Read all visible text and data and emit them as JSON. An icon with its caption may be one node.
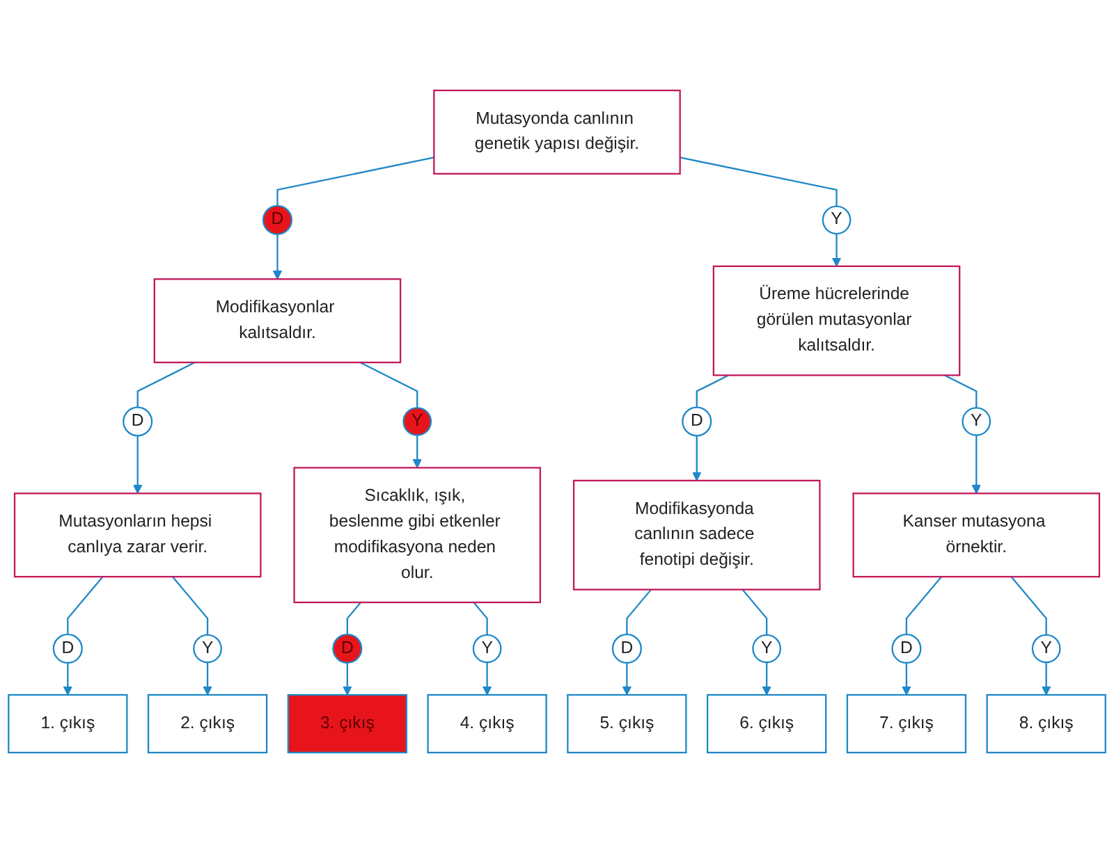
{
  "diagram": {
    "nodes": [
      {
        "text": [
          "Mutasyonda canlının genetik yapısı değişir."
        ]
      },
      {
        "text": [
          "D"
        ]
      },
      {
        "text": [
          "Y"
        ]
      },
      {
        "text": [
          "Modifikasyonlar kalıtsaldır."
        ]
      },
      {
        "text": [
          "Üreme hücrelerinde görülen mutasyonlar kalıtsaldır."
        ]
      },
      {
        "text": [
          "D"
        ]
      },
      {
        "text": [
          "Y"
        ]
      },
      {
        "text": [
          "D"
        ]
      },
      {
        "text": [
          "Y"
        ]
      },
      {
        "text": [
          "Mutasyonların hepsi canlıya zarar verir."
        ]
      },
      {
        "text": [
          "Sıcaklık, ışık, beslenme gibi etkenler modifikasyona neden olur."
        ]
      },
      {
        "text": [
          "Modifikasyonda canlının sadece fenotipi değişir."
        ]
      },
      {
        "text": [
          "Kanser mutasyona örnektir."
        ]
      },
      {
        "text": [
          "D"
        ]
      },
      {
        "text": [
          "Y"
        ]
      },
      {
        "text": [
          "D"
        ]
      },
      {
        "text": [
          "Y"
        ]
      },
      {
        "text": [
          "D"
        ]
      },
      {
        "text": [
          "Y"
        ]
      },
      {
        "text": [
          "D"
        ]
      },
      {
        "text": [
          "Y"
        ]
      },
      {
        "text": [
          "1. çıkış"
        ]
      },
      {
        "text": [
          "2. çıkış"
        ]
      },
      {
        "text": [
          "3. çıkış"
        ]
      },
      {
        "text": [
          "4. çıkış"
        ]
      },
      {
        "text": [
          "5. çıkış"
        ]
      },
      {
        "text": [
          "6. çıkış"
        ]
      },
      {
        "text": [
          "7. çıkış"
        ]
      },
      {
        "text": [
          "8. çıkış"
        ]
      }
    ],
    "edges": [
      {
        "from": 0,
        "to": 1,
        "arrow": "none"
      },
      {
        "from": 0,
        "to": 2,
        "arrow": "none"
      },
      {
        "from": 1,
        "to": 3,
        "arrow": "to"
      },
      {
        "from": 2,
        "to": 4,
        "arrow": "to"
      },
      {
        "from": 3,
        "to": 5,
        "arrow": "none"
      },
      {
        "from": 3,
        "to": 6,
        "arrow": "none"
      },
      {
        "from": 4,
        "to": 7,
        "arrow": "none"
      },
      {
        "from": 4,
        "to": 8,
        "arrow": "none"
      },
      {
        "from": 5,
        "to": 9,
        "arrow": "to"
      },
      {
        "from": 6,
        "to": 10,
        "arrow": "to"
      },
      {
        "from": 7,
        "to": 11,
        "arrow": "to"
      },
      {
        "from": 8,
        "to": 12,
        "arrow": "to"
      },
      {
        "from": 9,
        "to": 13,
        "arrow": "none"
      },
      {
        "from": 9,
        "to": 14,
        "arrow": "none"
      },
      {
        "from": 10,
        "to": 15,
        "arrow": "none"
      },
      {
        "from": 10,
        "to": 16,
        "arrow": "none"
      },
      {
        "from": 11,
        "to": 17,
        "arrow": "none"
      },
      {
        "from": 11,
        "to": 18,
        "arrow": "none"
      },
      {
        "from": 12,
        "to": 19,
        "arrow": "none"
      },
      {
        "from": 12,
        "to": 20,
        "arrow": "none"
      },
      {
        "from": 13,
        "to": 21,
        "arrow": "to"
      },
      {
        "from": 14,
        "to": 22,
        "arrow": "to"
      },
      {
        "from": 15,
        "to": 23,
        "arrow": "to"
      },
      {
        "from": 16,
        "to": 24,
        "arrow": "to"
      },
      {
        "from": 17,
        "to": 25,
        "arrow": "to"
      },
      {
        "from": 18,
        "to": 26,
        "arrow": "to"
      },
      {
        "from": 19,
        "to": 27,
        "arrow": "to"
      },
      {
        "from": 20,
        "to": 28,
        "arrow": "to"
      }
    ]
  }
}
